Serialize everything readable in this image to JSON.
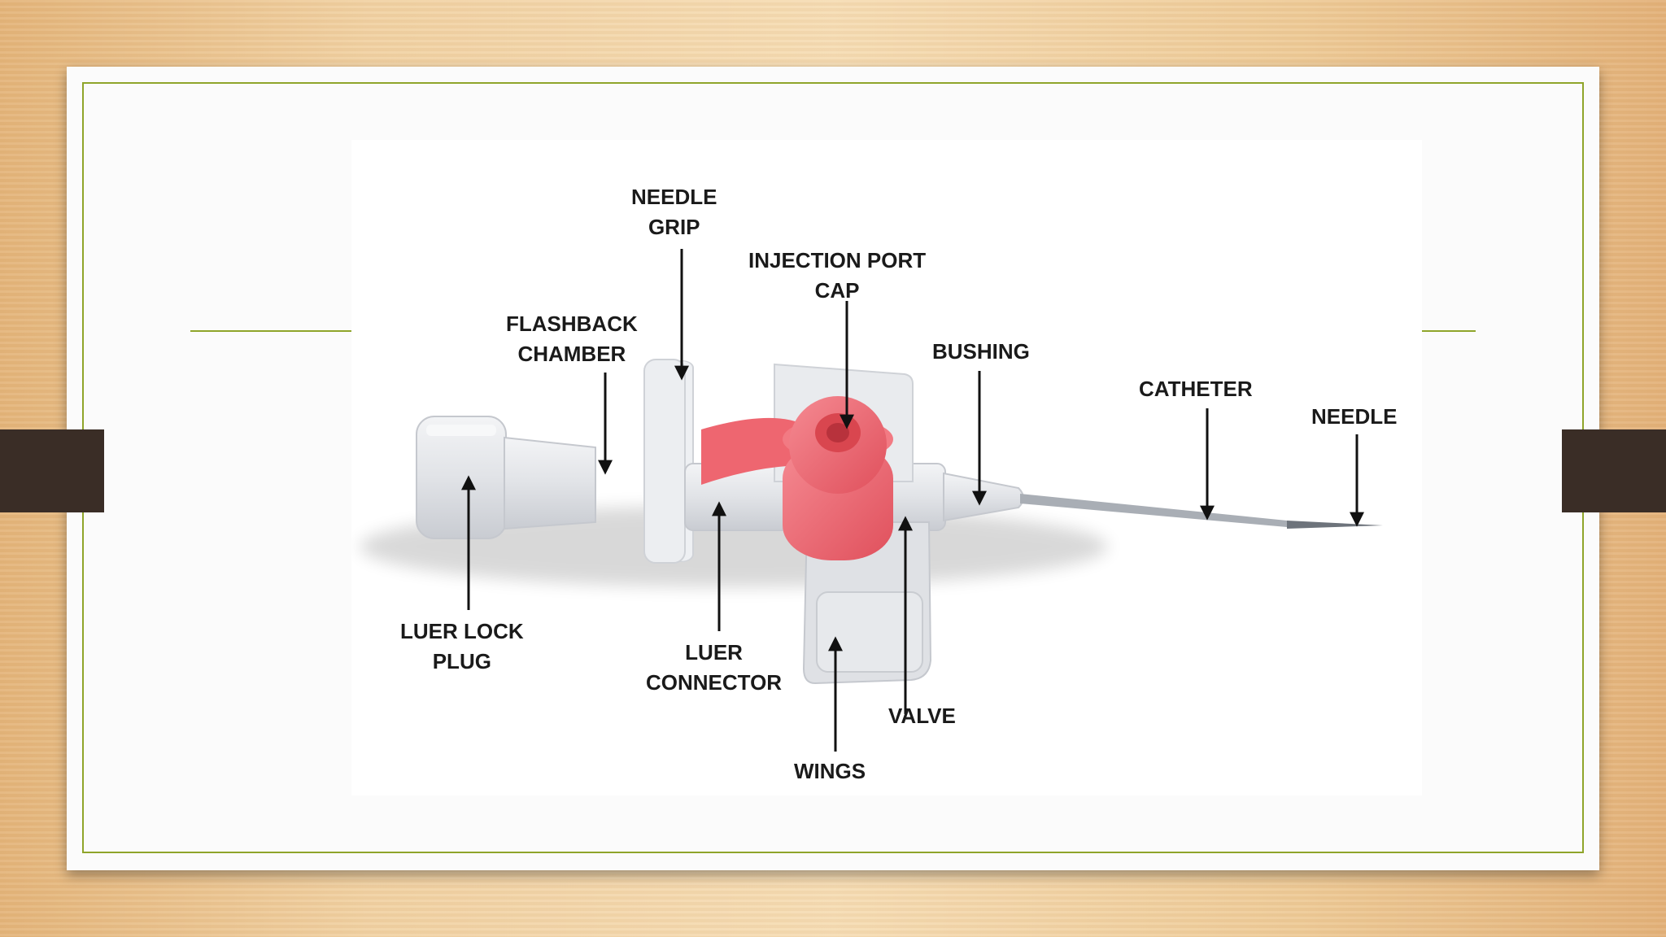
{
  "labels": {
    "needle_grip": [
      "NEEDLE",
      "GRIP"
    ],
    "injection_port_cap": [
      "INJECTION PORT",
      "CAP"
    ],
    "flashback_chamber": [
      "FLASHBACK",
      "CHAMBER"
    ],
    "bushing": [
      "BUSHING"
    ],
    "catheter": [
      "CATHETER"
    ],
    "needle": [
      "NEEDLE"
    ],
    "luer_lock_plug": [
      "LUER LOCK",
      "PLUG"
    ],
    "luer_connector": [
      "LUER",
      "CONNECTOR"
    ],
    "valve": [
      "VALVE"
    ],
    "wings": [
      "WINGS"
    ]
  },
  "colors": {
    "accent": "#8fa52a",
    "side_tab": "#3a2d26",
    "port_cap": "#ee6670",
    "device_body": "#e4e6ea"
  }
}
